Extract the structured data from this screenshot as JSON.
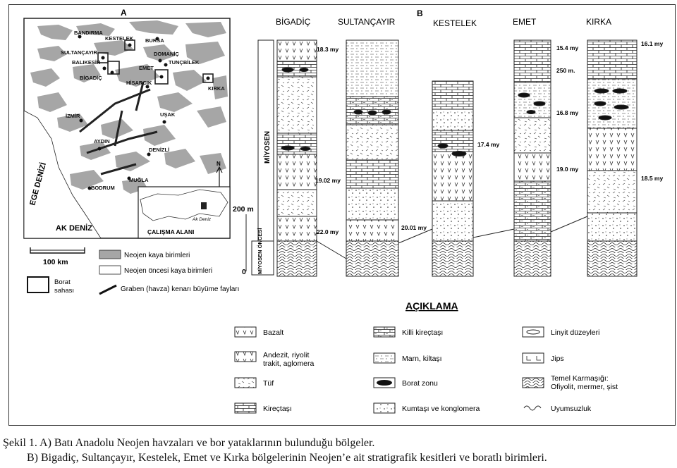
{
  "panel_a": {
    "label": "A",
    "sea_west": "EGE DENİZİ",
    "sea_south": "AK DENİZ",
    "inset_label": "ÇALIŞMA ALANI",
    "inset_sea": "Ak Deniz",
    "north": "N",
    "scale": "100 km",
    "places": [
      "BANDIRMA",
      "KESTELEK",
      "BURSA",
      "SULTANÇAYIR",
      "BALIKESİR",
      "DOMANİÇ",
      "TUNÇBİLEK",
      "BİGADİÇ",
      "EMET",
      "HİSARCIK",
      "KIRKA",
      "İZMİR",
      "UŞAK",
      "AYDIN",
      "DENİZLİ",
      "MUĞLA",
      "BODRUM"
    ]
  },
  "legend_a": [
    {
      "key": "neogene",
      "label": "Neojen kaya birimleri"
    },
    {
      "key": "preneogene",
      "label": "Neojen öncesi kaya birimleri"
    },
    {
      "key": "borate",
      "label": "Borat sahası"
    },
    {
      "key": "graben",
      "label": "Graben (havza) kenarı büyüme fayları"
    }
  ],
  "panel_b": {
    "label": "B",
    "columns": [
      "BİGADİÇ",
      "SULTANÇAYIR",
      "KESTELEK",
      "EMET",
      "KIRKA"
    ],
    "era_miocene": "MİYOSEN",
    "era_premiocene": "MİYOSEN ÖNCESİ",
    "scale_top": "200 m",
    "scale_bottom": "0",
    "ages": [
      "18.3 my",
      "19.02 my",
      "22.0 my",
      "20.01 my",
      "17.4 my",
      "15.4 my",
      "250 m.",
      "16.8 my",
      "19.0 my",
      "16.1 my",
      "18.5 my"
    ]
  },
  "legend_b": {
    "title": "AÇIKLAMA",
    "items": [
      "Bazalt",
      "Killi kireçtaşı",
      "Linyit düzeyleri",
      "Andezit, riyolit trakit, aglomera",
      "Marn, kiltaşı",
      "Jips",
      "Tüf",
      "Borat zonu",
      "Temel Karmaşığı: Ofiyolit, mermer, şist",
      "Kireçtaşı",
      "Kumtaşı ve konglomera",
      "Uyumsuzluk"
    ]
  },
  "caption": {
    "line1": "Şekil 1. A) Batı Anadolu Neojen havzaları ve bor yataklarının bulunduğu bölgeler.",
    "line2": "B) Bigadiç, Sultançayır, Kestelek, Emet ve Kırka bölgelerinin Neojen’e ait stratigrafik kesitleri ve boratlı birimleri."
  },
  "colors": {
    "neogene": "#a6a6a6",
    "line": "#222222"
  }
}
